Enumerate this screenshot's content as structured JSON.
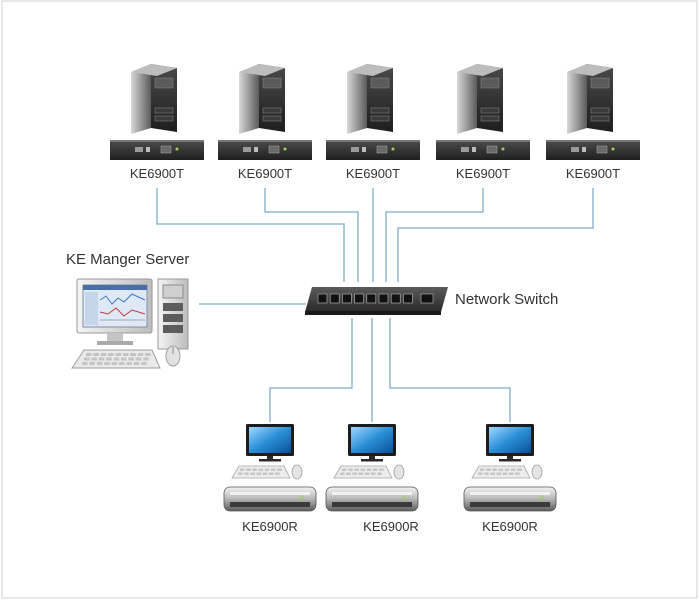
{
  "diagram": {
    "transmitters": [
      {
        "label": "KE6900T"
      },
      {
        "label": "KE6900T"
      },
      {
        "label": "KE6900T"
      },
      {
        "label": "KE6900T"
      },
      {
        "label": "KE6900T"
      }
    ],
    "server": {
      "label": "KE Manger Server"
    },
    "switch": {
      "label": "Network Switch"
    },
    "receivers": [
      {
        "label": "KE6900R"
      },
      {
        "label": "KE6900R"
      },
      {
        "label": "KE6900R"
      }
    ]
  },
  "colors": {
    "cable": "#8fb8d4",
    "border": "#cfcfcf",
    "text": "#333333",
    "device_dark": "#2b2b2b",
    "screen_blue": "#2a8fd6"
  },
  "icons": {
    "computer": "tower-pc-icon",
    "transmitter": "kvm-transmitter-icon",
    "switch": "network-switch-icon",
    "monitor": "monitor-icon",
    "receiver": "kvm-receiver-icon"
  }
}
